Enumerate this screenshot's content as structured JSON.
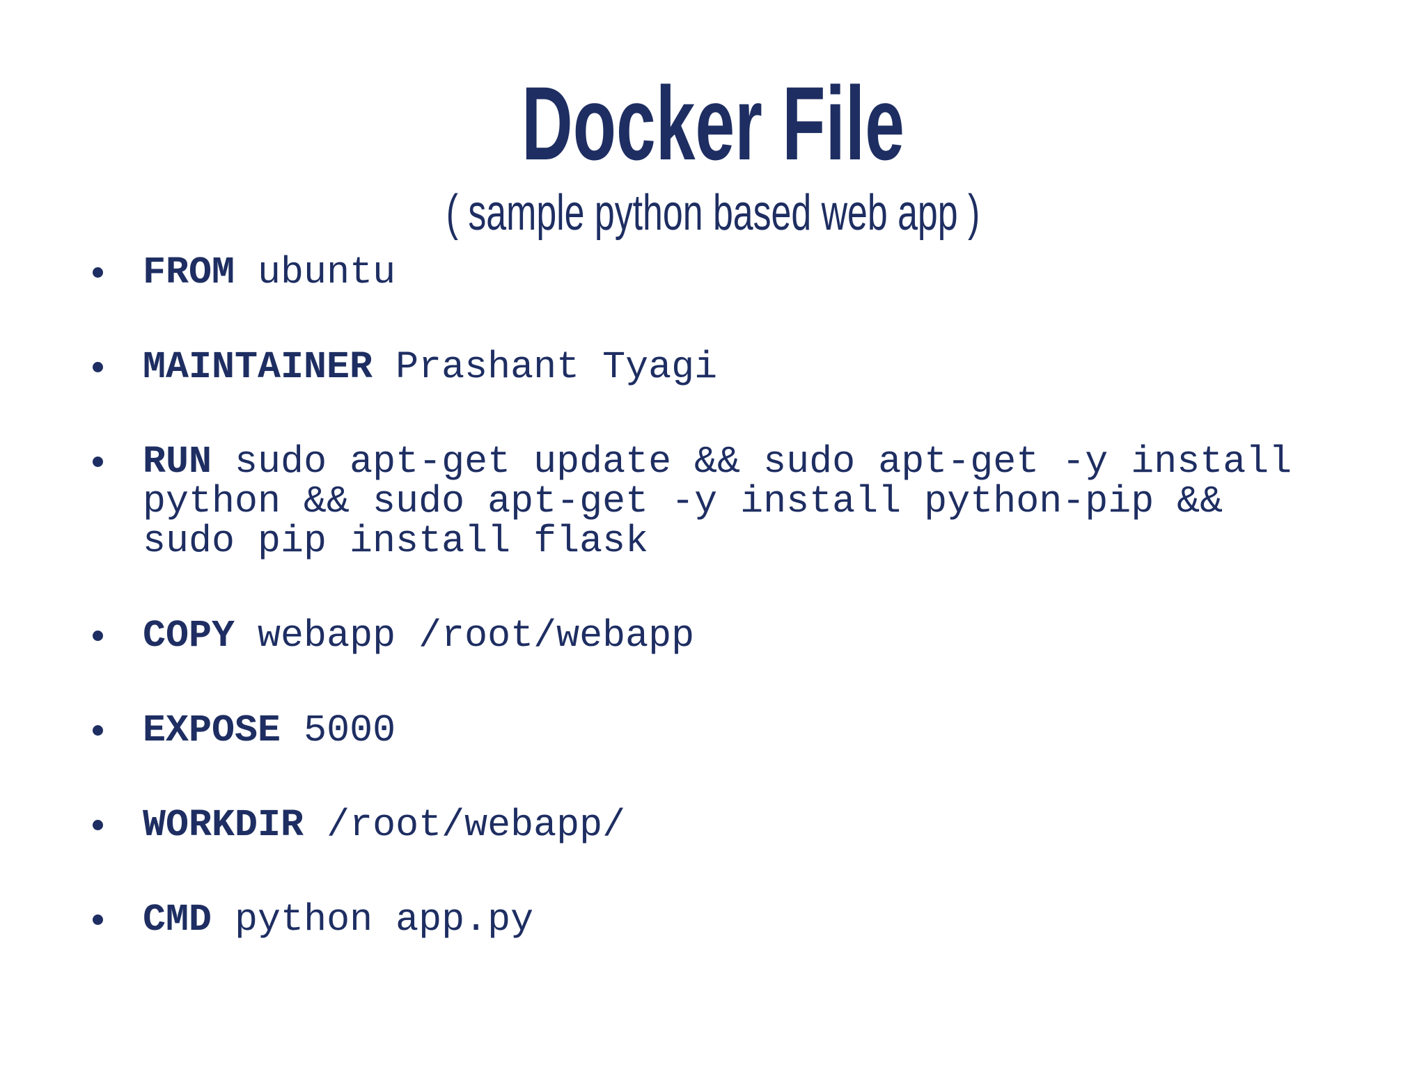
{
  "slide": {
    "title": "Docker File",
    "subtitle": "( sample python based web app )",
    "colors": {
      "text": "#1e2e62",
      "background": "#ffffff"
    },
    "bullets": [
      {
        "keyword": "FROM",
        "value": "ubuntu"
      },
      {
        "keyword": "MAINTAINER",
        "value": "Prashant Tyagi"
      },
      {
        "keyword": "RUN",
        "value": "sudo apt-get update && sudo apt-get -y install python && sudo apt-get -y install python-pip && sudo pip install flask"
      },
      {
        "keyword": "COPY",
        "value": "webapp /root/webapp"
      },
      {
        "keyword": "EXPOSE",
        "value": "5000"
      },
      {
        "keyword": "WORKDIR",
        "value": "/root/webapp/"
      },
      {
        "keyword": "CMD",
        "value": "python app.py"
      }
    ]
  }
}
